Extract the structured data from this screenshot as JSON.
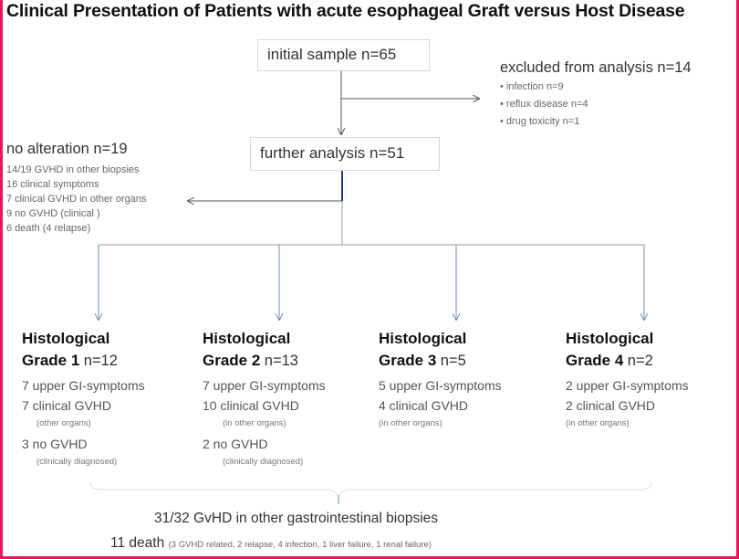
{
  "title": "Clinical Presentation of Patients with acute esophageal Graft versus Host Disease",
  "initial": "initial sample n=65",
  "excluded": {
    "heading": "excluded from analysis n=14",
    "items": [
      "infection n=9",
      "reflux disease n=4",
      "drug toxicity n=1"
    ]
  },
  "further": "further analysis n=51",
  "no_alteration": {
    "heading": "no alteration n=19",
    "items": [
      "14/19 GVHD in other biopsies",
      "16 clinical symptoms",
      "7 clinical GVHD in other organs",
      "9 no GVHD (clinical )",
      "6 death (4 relapse)"
    ]
  },
  "grades": [
    {
      "h1": "Histological",
      "h2": "Grade 1",
      "n": "n=12",
      "l1": "7 upper GI-symptoms",
      "l2": "7 clinical GVHD",
      "l2s": "(other organs)",
      "l3": "3 no GVHD",
      "l3s": "(clinically diagnosed)"
    },
    {
      "h1": "Histological",
      "h2": "Grade 2",
      "n": "n=13",
      "l1": "7 upper GI-symptoms",
      "l2": "10 clinical GVHD",
      "l2s": "(in other organs)",
      "l3": "2 no GVHD",
      "l3s": "(clinically diagnosed)"
    },
    {
      "h1": "Histological",
      "h2": "Grade 3",
      "n": "n=5",
      "l1": "5 upper GI-symptoms",
      "l2": "4 clinical GVHD",
      "l2s": "(in other organs)",
      "l3": "",
      "l3s": ""
    },
    {
      "h1": "Histological",
      "h2": "Grade 4",
      "n": "n=2",
      "l1": "2 upper GI-symptoms",
      "l2": "2 clinical GVHD",
      "l2s": "(in other organs)",
      "l3": "",
      "l3s": ""
    }
  ],
  "summary": {
    "line1": "31/32 GvHD in other gastrointestinal biopsies",
    "line2_main": "11 death",
    "line2_detail": "(3 GVHD related, 2 relapse, 4 infection, 1 liver failure, 1 renal failure)"
  },
  "colors": {
    "frame": "#e8175d",
    "arrows": "#6e8fb5",
    "connector": "#444444"
  }
}
